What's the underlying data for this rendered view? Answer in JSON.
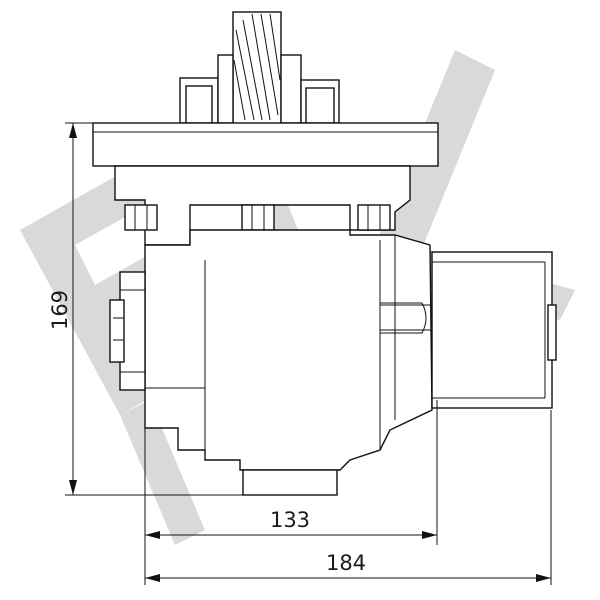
{
  "drawing": {
    "watermark_text": "EV",
    "dimensions": {
      "height_label": "169",
      "width_inner_label": "133",
      "width_outer_label": "184"
    }
  },
  "colors": {
    "line": "#111111",
    "watermark": "#d9d9d9",
    "background": "#ffffff"
  }
}
